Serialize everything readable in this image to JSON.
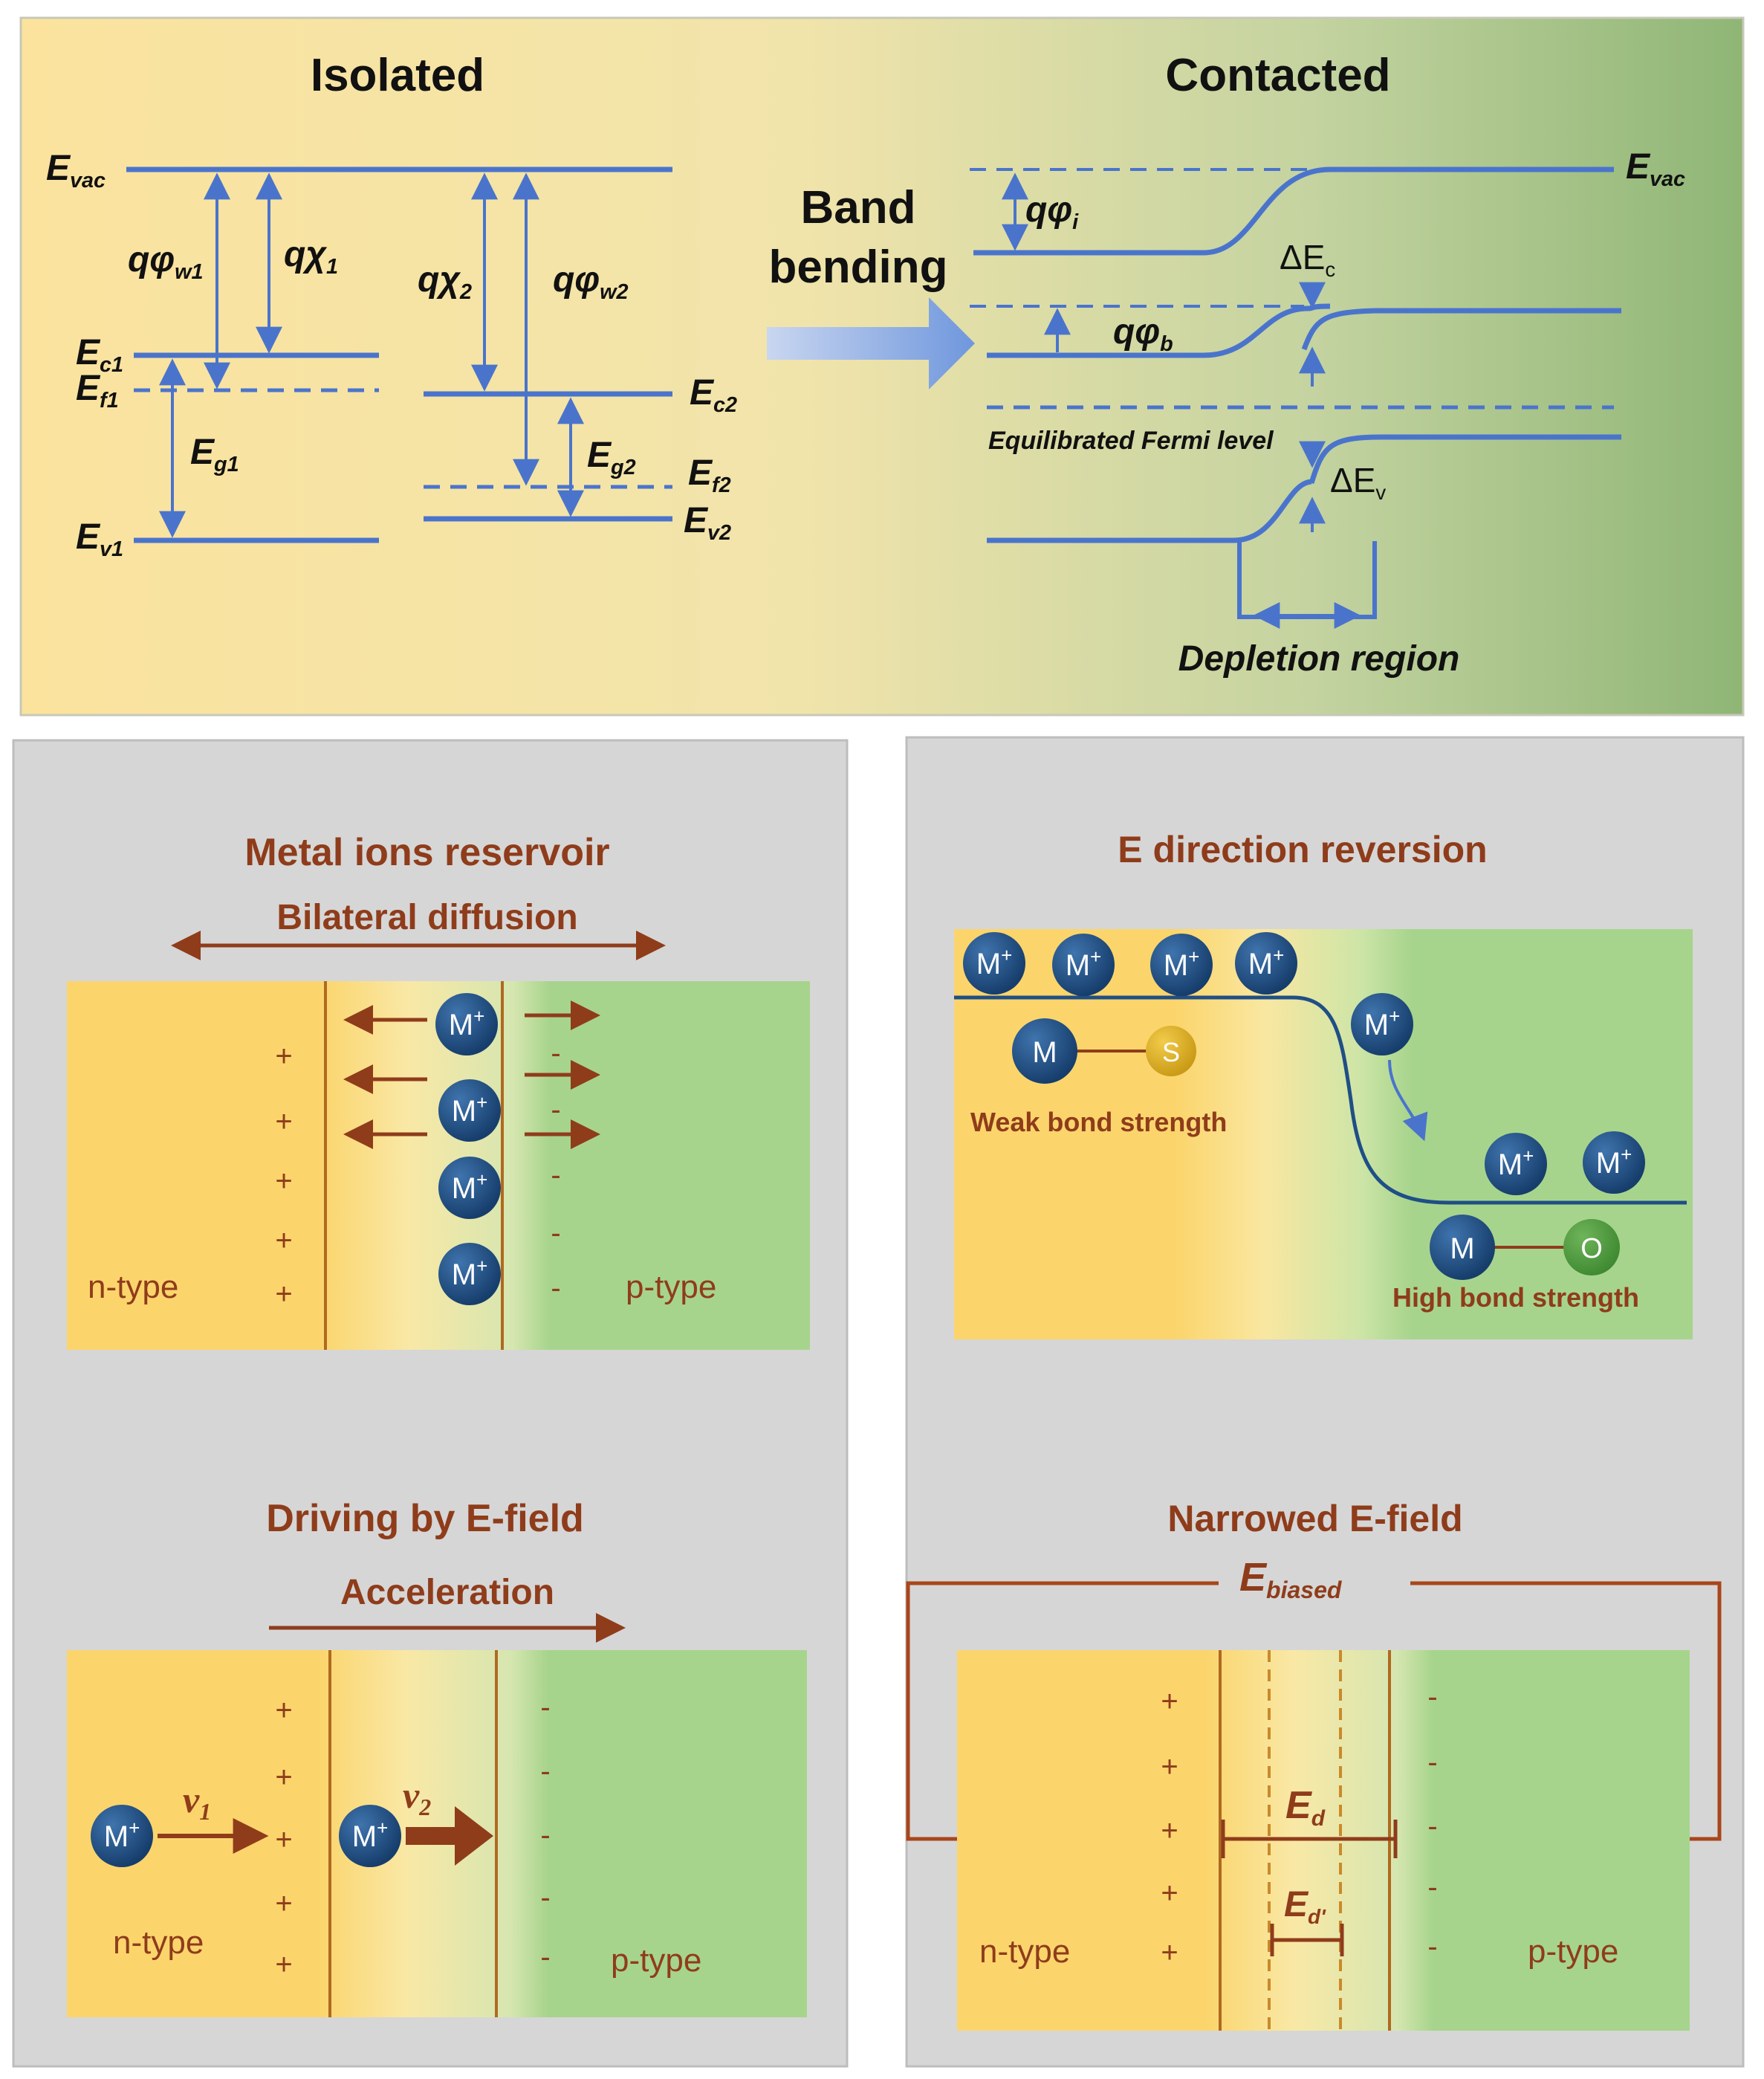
{
  "band_diagram": {
    "isolated_title": "Isolated",
    "contacted_title": "Contacted",
    "arrow_label_line1": "Band",
    "arrow_label_line2": "bending",
    "fermi_label": "Equilibrated  Fermi  level",
    "depletion_label": "Depletion region",
    "labels": {
      "evac_left": "E",
      "evac_left_sub": "vac",
      "ec1": "E",
      "ec1_sub": "c1",
      "ef1": "E",
      "ef1_sub": "f1",
      "eg1": "E",
      "eg1_sub": "g1",
      "ev1": "E",
      "ev1_sub": "v1",
      "qphiw1": "qφ",
      "qphiw1_sub": "w1",
      "qchi1": "qχ",
      "qchi1_sub": "1",
      "qchi2": "qχ",
      "qchi2_sub": "2",
      "qphiw2": "qφ",
      "qphiw2_sub": "w2",
      "ec2": "E",
      "ec2_sub": "c2",
      "eg2": "E",
      "eg2_sub": "g2",
      "ef2": "E",
      "ef2_sub": "f2",
      "ev2": "E",
      "ev2_sub": "v2",
      "evac_right": "E",
      "evac_right_sub": "vac",
      "qphii": "qφ",
      "qphii_sub": "i",
      "qphib": "qφ",
      "qphib_sub": "b",
      "delta_ec": "ΔE",
      "delta_ec_sub": "c",
      "delta_ev": "ΔE",
      "delta_ev_sub": "v"
    }
  },
  "panel_reservoir": {
    "title": "Metal ions reservoir",
    "subtitle": "Bilateral diffusion",
    "n_label": "n-type",
    "p_label": "p-type",
    "ion": "M",
    "ion_sup": "+",
    "plus": "+",
    "minus": "-"
  },
  "panel_reversion": {
    "title": "E direction reversion",
    "ion": "M",
    "ion_sup": "+",
    "metal": "M",
    "sulfur": "S",
    "oxygen": "O",
    "weak_label": "Weak bond strength",
    "high_label": "High bond strength"
  },
  "panel_driving": {
    "title": "Driving by E-field",
    "subtitle": "Acceleration",
    "n_label": "n-type",
    "p_label": "p-type",
    "ion": "M",
    "ion_sup": "+",
    "v1": "v",
    "v1_sub": "1",
    "v2": "v",
    "v2_sub": "2",
    "plus": "+",
    "minus": "-"
  },
  "panel_narrowed": {
    "title": "Narrowed E-field",
    "ebiased": "E",
    "ebiased_sub": "biased",
    "ed": "E",
    "ed_sub": "d",
    "edp": "E",
    "edp_sub": "d'",
    "n_label": "n-type",
    "p_label": "p-type",
    "plus": "+",
    "minus": "-"
  },
  "colors": {
    "band_blue": "#4a74cc",
    "title_brown": "#8f3c1b",
    "ion_blue": "#1f4f85",
    "n_yellow": "#fbd56c",
    "p_green": "#a7d48c",
    "panel_grey": "#d6d6d6"
  }
}
